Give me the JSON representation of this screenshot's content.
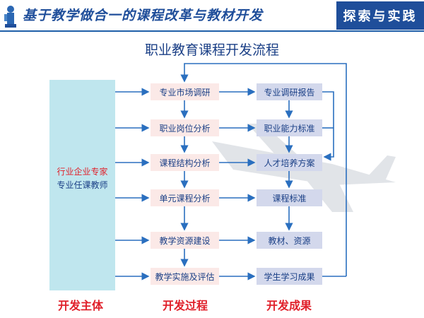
{
  "header": {
    "title": "基于教学做合一的课程改革与教材开发",
    "section_tag": "探索与实践",
    "colors": {
      "brand": "#1f4e9a",
      "accent_red": "#e0202a",
      "panel": "#bfe6ee",
      "step_bg": "#fbe9e7",
      "result_bg": "#d3d8ec"
    }
  },
  "diagram": {
    "title": "职业教育课程开发流程",
    "subject": {
      "line1": "行业企业专家",
      "line2": "专业任课教师"
    },
    "steps": [
      "专业市场调研",
      "职业岗位分析",
      "课程结构分析",
      "单元课程分析",
      "教学资源建设",
      "教学实施及评估"
    ],
    "results": [
      "专业调研报告",
      "职业能力标准",
      "人才培养方案",
      "课程标准",
      "教材、资源",
      "学生学习成果"
    ],
    "column_labels": {
      "subject": "开发主体",
      "process": "开发过程",
      "result": "开发成果"
    }
  },
  "icons": {
    "logo": "statue-logo-icon",
    "background": "fighter-jet-watermark"
  }
}
